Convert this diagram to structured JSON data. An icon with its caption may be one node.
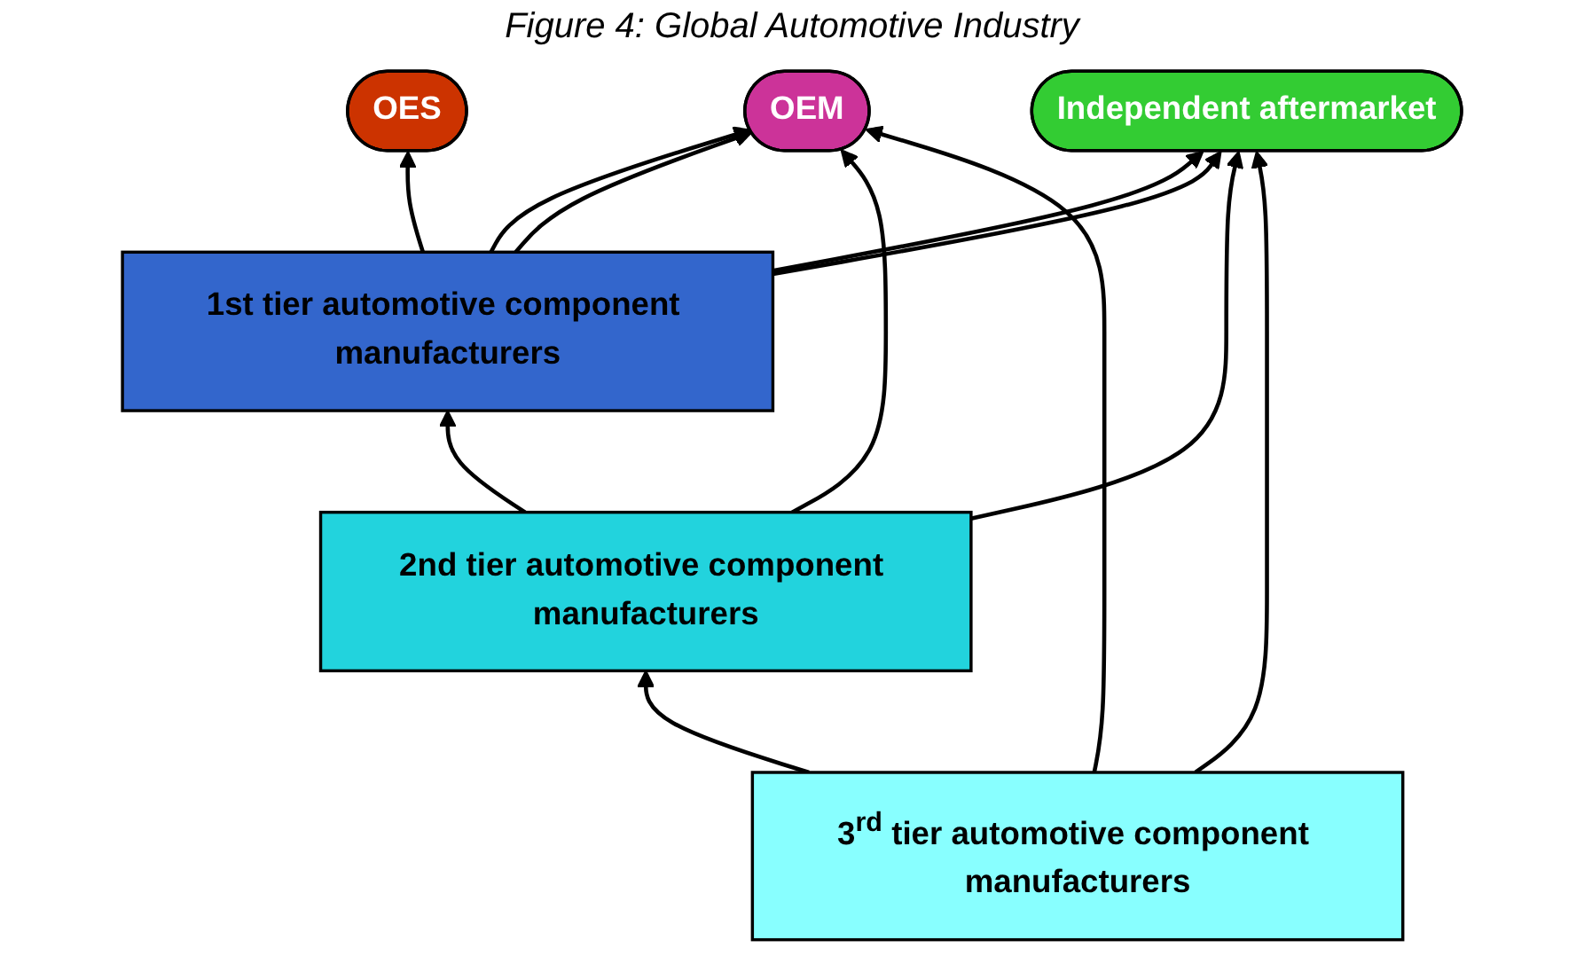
{
  "diagram": {
    "title": "Figure 4: Global Automotive Industry",
    "nodes": [
      {
        "text": [
          "OES"
        ]
      },
      {
        "text": [
          "OEM"
        ]
      },
      {
        "text": [
          "Independent aftermarket"
        ]
      },
      {
        "text": [
          "1st tier automotive component manufacturers"
        ]
      },
      {
        "text": [
          "2nd tier automotive component manufacturers"
        ]
      },
      {
        "text": [
          "3$^{rd}$ tier automotive component manufacturers"
        ]
      }
    ],
    "edges": [
      {
        "from": 3,
        "to": 0,
        "arrow": "to"
      },
      {
        "from": 3,
        "to": 1,
        "arrow": "to"
      },
      {
        "from": 3,
        "to": 2,
        "arrow": "to"
      },
      {
        "from": 4,
        "to": 3,
        "arrow": "to"
      },
      {
        "from": 5,
        "to": 4,
        "arrow": "to"
      },
      {
        "from": 3,
        "to": 1,
        "arrow": "to"
      },
      {
        "from": 4,
        "to": 1,
        "arrow": "to"
      },
      {
        "from": 5,
        "to": 1,
        "arrow": "to"
      },
      {
        "from": 3,
        "to": 2,
        "arrow": "to"
      },
      {
        "from": 4,
        "to": 2,
        "arrow": "to"
      },
      {
        "from": 5,
        "to": 2,
        "arrow": "to"
      }
    ]
  }
}
